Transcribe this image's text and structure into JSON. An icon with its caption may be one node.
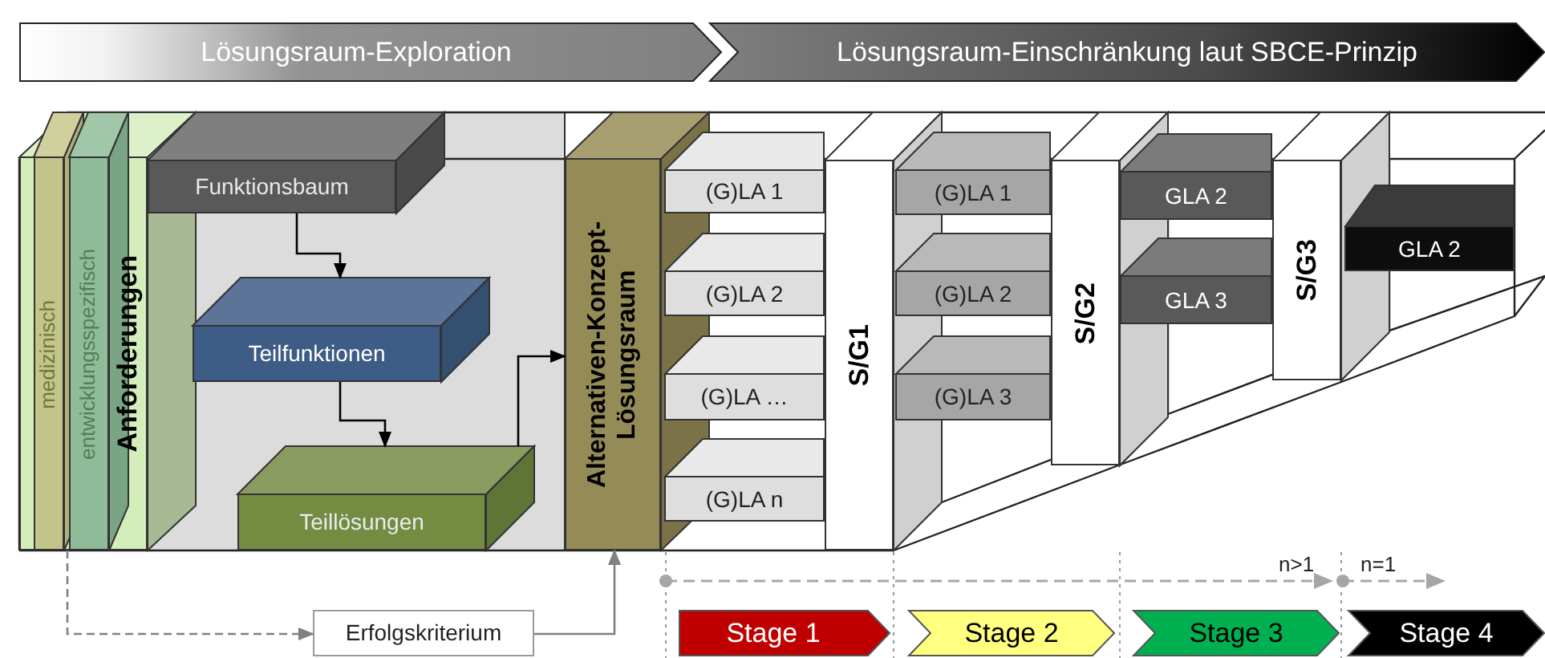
{
  "diagram": {
    "nodes": [
      {
        "text": [
          "Lösungsraum-Exploration"
        ]
      },
      {
        "text": [
          "Lösungsraum-Einschränkung laut SBCE-Prinzip"
        ]
      },
      {
        "text": [
          "Anforderungen"
        ]
      },
      {
        "text": [
          "medizinisch"
        ],
        "in": 2
      },
      {
        "text": [
          "entwicklungsspezifisch"
        ],
        "in": 2
      },
      {
        "text": [
          "Funktionsbaum"
        ]
      },
      {
        "text": [
          "Teilfunktionen"
        ]
      },
      {
        "text": [
          "Teillösungen"
        ]
      },
      {
        "text": [
          "Alternativen-Konzept- Lösungsraum"
        ]
      },
      {
        "text": [
          "(G)LA 1"
        ]
      },
      {
        "text": [
          "(G)LA 2"
        ]
      },
      {
        "text": [
          "(G)LA …"
        ]
      },
      {
        "text": [
          "(G)LA n"
        ]
      },
      {
        "text": [
          "S/G1"
        ]
      },
      {
        "text": [
          "(G)LA 1"
        ]
      },
      {
        "text": [
          "(G)LA 2"
        ]
      },
      {
        "text": [
          "(G)LA 3"
        ]
      },
      {
        "text": [
          "S/G2"
        ]
      },
      {
        "text": [
          "GLA 2"
        ]
      },
      {
        "text": [
          "GLA 3"
        ]
      },
      {
        "text": [
          "S/G3"
        ]
      },
      {
        "text": [
          "GLA 2"
        ]
      },
      {
        "text": [
          "Erfolgskriterium"
        ]
      },
      {
        "text": [
          "Stage 1"
        ]
      },
      {
        "text": [
          "Stage 2"
        ]
      },
      {
        "text": [
          "Stage 3"
        ]
      },
      {
        "text": [
          "Stage 4"
        ]
      }
    ],
    "edges": [
      {
        "from": 5,
        "to": 6,
        "arrow": "to"
      },
      {
        "from": 6,
        "to": 7,
        "arrow": "to"
      },
      {
        "from": 7,
        "to": 8,
        "arrow": "to"
      },
      {
        "from": 2,
        "to": 22,
        "arrow": "to",
        "style": "dashed",
        "color": "#808080"
      },
      {
        "from": 22,
        "to": 8,
        "arrow": "to",
        "color": "#808080"
      }
    ],
    "labels": [
      "n>1",
      "n=1"
    ]
  }
}
